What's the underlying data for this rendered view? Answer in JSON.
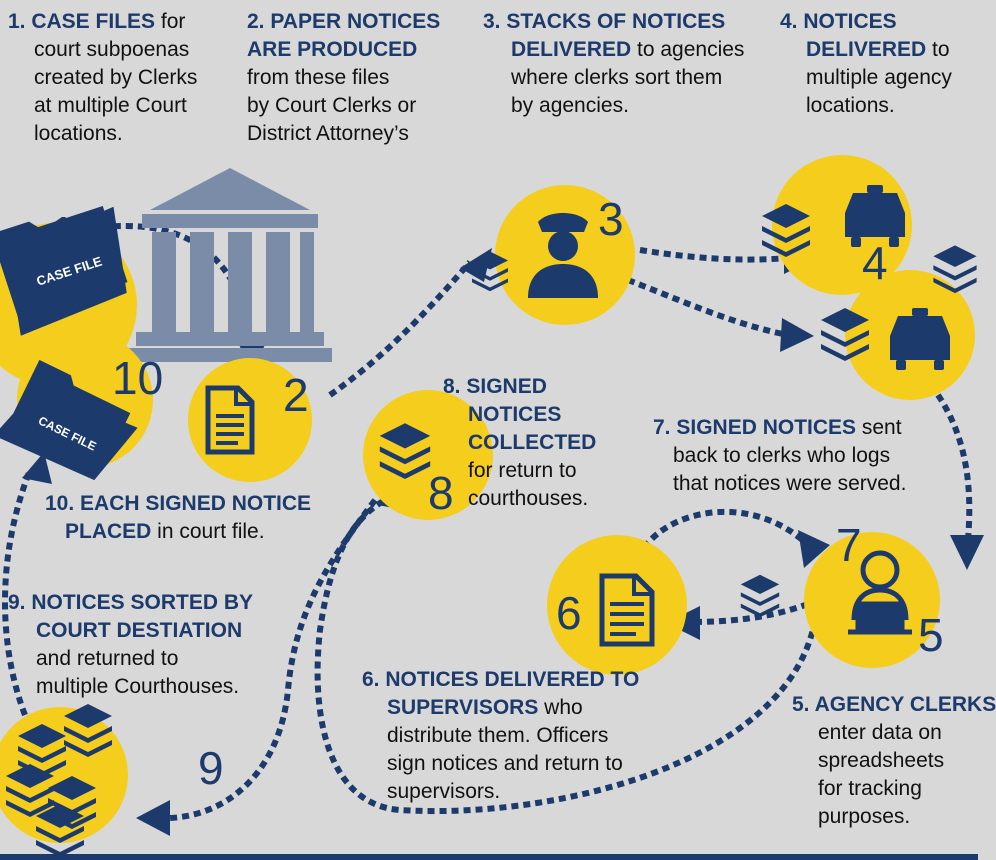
{
  "colors": {
    "navy": "#1c3a6b",
    "gold": "#f5cd1c",
    "background": "#d8d8d8",
    "building": "#7a8ca7"
  },
  "steps": [
    {
      "id": 1,
      "number": "1",
      "lines": [
        [
          {
            "t": "1. CASE FILES",
            "h": true
          },
          {
            "t": " for",
            "h": false
          }
        ],
        [
          {
            "t": "court subpoenas",
            "h": false
          }
        ],
        [
          {
            "t": "created by Clerks",
            "h": false
          }
        ],
        [
          {
            "t": "at multiple Court",
            "h": false
          }
        ],
        [
          {
            "t": "locations.",
            "h": false
          }
        ]
      ]
    },
    {
      "id": 2,
      "number": "2",
      "lines": [
        [
          {
            "t": "2. PAPER NOTICES",
            "h": true
          }
        ],
        [
          {
            "t": "ARE PRODUCED",
            "h": true
          }
        ],
        [
          {
            "t": "from these files",
            "h": false
          }
        ],
        [
          {
            "t": "by Court Clerks or",
            "h": false
          }
        ],
        [
          {
            "t": "District Attorney’s",
            "h": false
          }
        ]
      ]
    },
    {
      "id": 3,
      "number": "3",
      "lines": [
        [
          {
            "t": "3. STACKS OF NOTICES",
            "h": true
          }
        ],
        [
          {
            "t": "DELIVERED",
            "h": true
          },
          {
            "t": " to agencies",
            "h": false
          }
        ],
        [
          {
            "t": "where clerks sort them",
            "h": false
          }
        ],
        [
          {
            "t": "by agencies.",
            "h": false
          }
        ]
      ]
    },
    {
      "id": 4,
      "number": "4",
      "lines": [
        [
          {
            "t": "4. NOTICES",
            "h": true
          }
        ],
        [
          {
            "t": "DELIVERED",
            "h": true
          },
          {
            "t": " to",
            "h": false
          }
        ],
        [
          {
            "t": "multiple agency",
            "h": false
          }
        ],
        [
          {
            "t": "locations.",
            "h": false
          }
        ]
      ]
    },
    {
      "id": 5,
      "number": "5",
      "lines": [
        [
          {
            "t": "5. AGENCY CLERKS",
            "h": true
          }
        ],
        [
          {
            "t": "enter data on",
            "h": false
          }
        ],
        [
          {
            "t": "spreadsheets",
            "h": false
          }
        ],
        [
          {
            "t": "for tracking",
            "h": false
          }
        ],
        [
          {
            "t": "purposes.",
            "h": false
          }
        ]
      ]
    },
    {
      "id": 6,
      "number": "6",
      "lines": [
        [
          {
            "t": "6. NOTICES DELIVERED TO",
            "h": true
          }
        ],
        [
          {
            "t": "SUPERVISORS",
            "h": true
          },
          {
            "t": " who",
            "h": false
          }
        ],
        [
          {
            "t": "distribute them.  Officers",
            "h": false
          }
        ],
        [
          {
            "t": "sign notices and return to",
            "h": false
          }
        ],
        [
          {
            "t": "supervisors.",
            "h": false
          }
        ]
      ]
    },
    {
      "id": 7,
      "number": "7",
      "lines": [
        [
          {
            "t": "7. SIGNED NOTICES",
            "h": true
          },
          {
            "t": " sent",
            "h": false
          }
        ],
        [
          {
            "t": "back to clerks who logs",
            "h": false
          }
        ],
        [
          {
            "t": "that notices were served.",
            "h": false
          }
        ]
      ]
    },
    {
      "id": 8,
      "number": "8",
      "lines": [
        [
          {
            "t": "8. SIGNED",
            "h": true
          }
        ],
        [
          {
            "t": "NOTICES",
            "h": true
          }
        ],
        [
          {
            "t": "COLLECTED",
            "h": true
          }
        ],
        [
          {
            "t": "for return to",
            "h": false
          }
        ],
        [
          {
            "t": "courthouses.",
            "h": false
          }
        ]
      ]
    },
    {
      "id": 9,
      "number": "9",
      "lines": [
        [
          {
            "t": "9. NOTICES SORTED BY",
            "h": true
          }
        ],
        [
          {
            "t": "COURT DESTIATION",
            "h": true
          }
        ],
        [
          {
            "t": "and returned to",
            "h": false
          }
        ],
        [
          {
            "t": "multiple Courthouses.",
            "h": false
          }
        ]
      ]
    },
    {
      "id": 10,
      "number": "10",
      "lines": [
        [
          {
            "t": "10. EACH SIGNED NOTICE",
            "h": true
          }
        ],
        [
          {
            "t": "PLACED",
            "h": true
          },
          {
            "t": " in court file.",
            "h": false
          }
        ]
      ]
    }
  ],
  "folder_label": "CASE FILE",
  "icons": [
    "case-file-folder-icon",
    "courthouse-icon",
    "document-icon",
    "police-officer-icon",
    "paper-stack-icon",
    "taxi-icon",
    "clerk-laptop-icon"
  ]
}
